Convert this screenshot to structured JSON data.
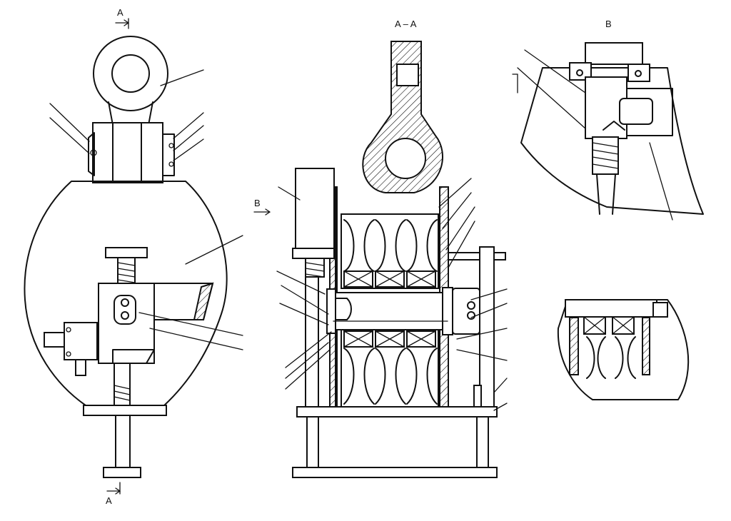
{
  "labels": {
    "section_a_top": "A",
    "section_a_bottom": "A",
    "section_title": "A – A",
    "view_b_title": "B",
    "view_b_arrow": "B"
  }
}
